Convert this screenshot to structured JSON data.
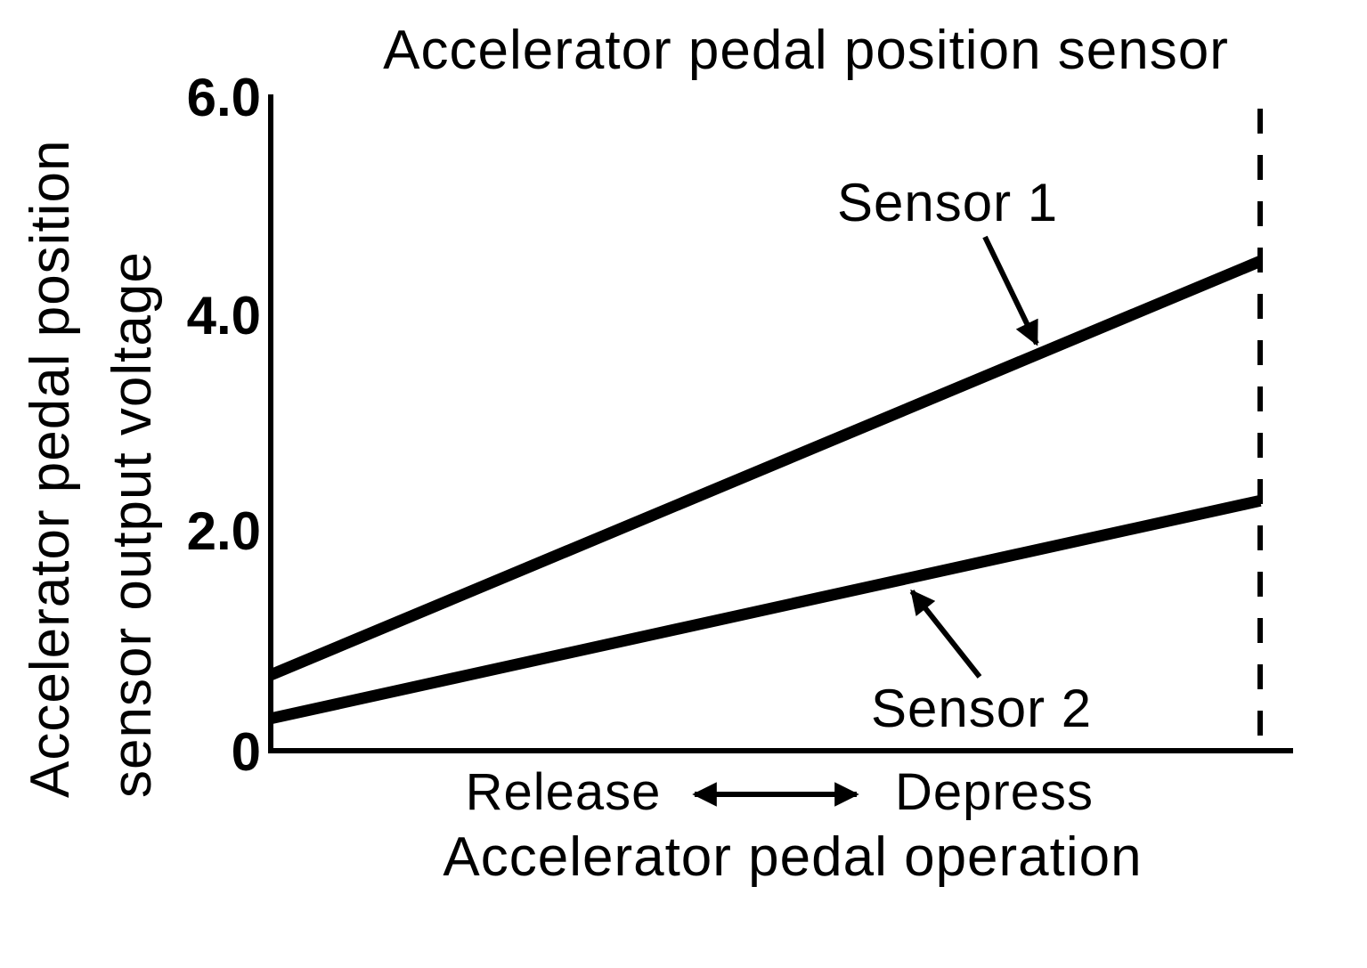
{
  "title": "Accelerator pedal position sensor",
  "colors": {
    "ink": "#000000",
    "background": "#ffffff"
  },
  "y_axis": {
    "label_line1": "Accelerator pedal position",
    "label_line2": "sensor output voltage",
    "ticks": [
      "6.0",
      "4.0",
      "2.0",
      "0"
    ]
  },
  "x_axis": {
    "left_label": "Release",
    "right_label": "Depress",
    "title": "Accelerator pedal operation"
  },
  "annotations": {
    "sensor1_label": "Sensor 1",
    "sensor2_label": "Sensor 2"
  },
  "chart_data": {
    "type": "line",
    "title": "Accelerator pedal position sensor",
    "xlabel": "Accelerator pedal operation",
    "ylabel": "Accelerator pedal position sensor output voltage",
    "x_categories": [
      "Release",
      "Depress"
    ],
    "x_annotation": "Release <-> Depress (pedal travel)",
    "ylim": [
      0,
      6.0
    ],
    "yticks": [
      0,
      2.0,
      4.0,
      6.0
    ],
    "grid": false,
    "legend_position": "inline-arrow-annotations",
    "dashed_vline_at_x": "Depress (full depression)",
    "series": [
      {
        "name": "Sensor 1",
        "values": [
          0.7,
          4.5
        ],
        "color": "#000000"
      },
      {
        "name": "Sensor 2",
        "values": [
          0.3,
          2.3
        ],
        "color": "#000000"
      }
    ]
  }
}
